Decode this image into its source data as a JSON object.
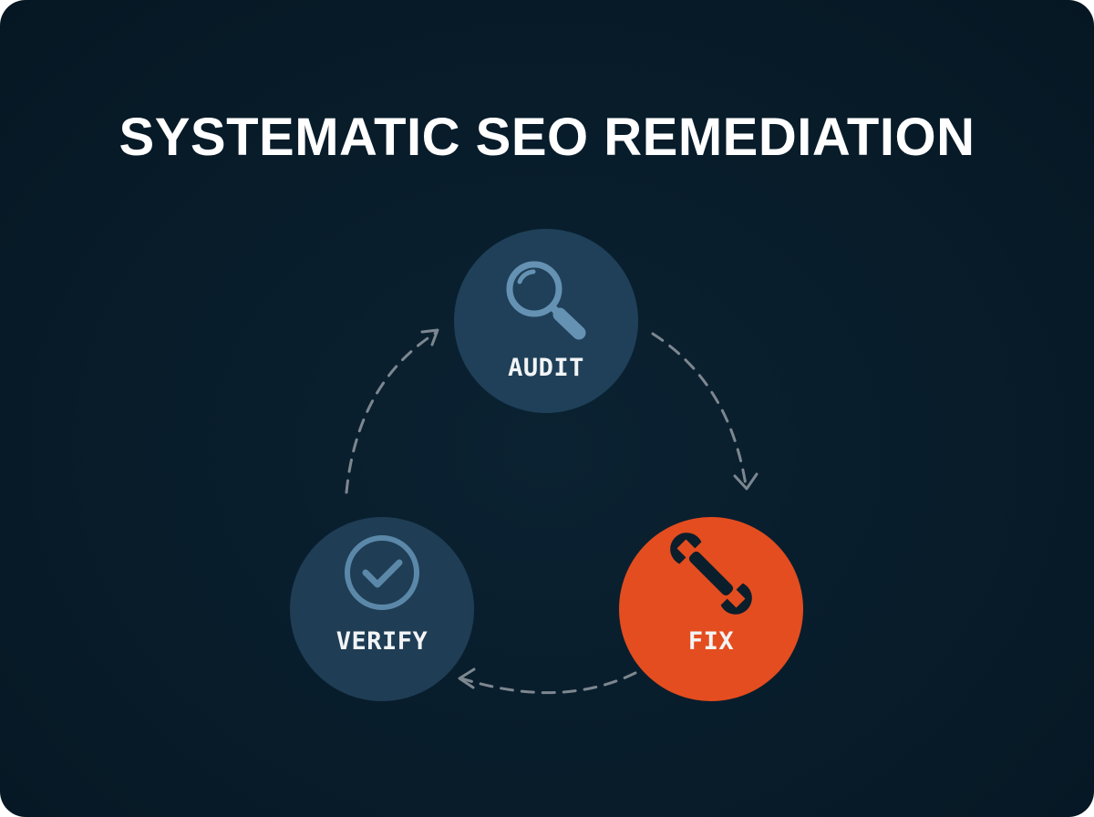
{
  "title": "SYSTEMATIC SEO REMEDIATION",
  "colors": {
    "background": "#081c2a",
    "node_default": "#1f4058",
    "node_accent": "#e44d1f",
    "icon_default": "#5e8cad",
    "arrow": "#7d8790",
    "text": "#ffffff"
  },
  "nodes": {
    "audit": {
      "label": "AUDIT",
      "icon": "magnifier-icon"
    },
    "fix": {
      "label": "FIX",
      "icon": "wrench-icon",
      "active": true
    },
    "verify": {
      "label": "VERIFY",
      "icon": "check-circle-icon"
    }
  }
}
